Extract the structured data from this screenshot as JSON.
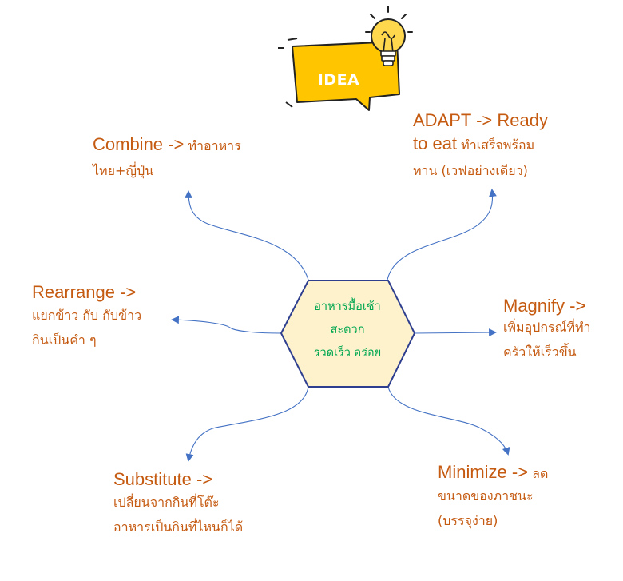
{
  "center": {
    "lines": [
      "อาหารมื้อเช้า",
      "สะดวก",
      "รวดเร็ว อร่อย"
    ]
  },
  "idea_badge": {
    "text": "IDEA"
  },
  "branches": {
    "combine": {
      "head": "Combine ->",
      "lines": [
        "ทำอาหาร",
        "ไทย+ญี่ปุ่น"
      ]
    },
    "adapt": {
      "head_line1": "ADAPT -> Ready",
      "head_line2": "to eat",
      "lines": [
        "ทำเสร็จพร้อม",
        "ทาน (เวฟอย่างเดียว)"
      ]
    },
    "rearrange": {
      "head": "Rearrange ->",
      "lines": [
        "แยกข้าว กับ กับข้าว",
        "กินเป็นคำ ๆ"
      ]
    },
    "magnify": {
      "head": "Magnify ->",
      "lines": [
        "เพิ่มอุปกรณ์ที่ทำ",
        "ครัวให้เร็วขึ้น"
      ]
    },
    "substitute": {
      "head": "Substitute ->",
      "lines": [
        "เปลี่ยนจากกินที่โต๊ะ",
        "อาหารเป็นกินที่ไหนก็ได้"
      ]
    },
    "minimize": {
      "head": "Minimize ->",
      "lines": [
        "ลด",
        "ขนาดของภาชนะ",
        "(บรรจุง่าย)"
      ]
    }
  },
  "colors": {
    "label": "#c55a11",
    "center_fill": "#fdf2cc",
    "center_stroke": "#2f3f8f",
    "center_text": "#00a650",
    "connector": "#4472c4",
    "idea_yellow": "#ffc600"
  }
}
